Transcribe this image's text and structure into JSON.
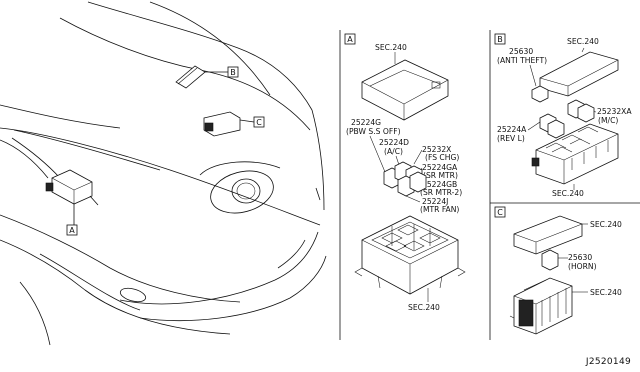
{
  "callouts": {
    "a": "A",
    "b": "B",
    "c": "C"
  },
  "panel_a": {
    "letter": "A",
    "sec_top": "SEC.240",
    "r_25224g": "25224G",
    "r_25224g_note": "(PBW S.S OFF)",
    "r_25224d": "25224D",
    "r_25224d_note": "(A/C)",
    "r_25232x": "25232X",
    "r_25232x_note": "(FS CHG)",
    "r_25224ga": "25224GA",
    "r_25224ga_note": "(SR MTR)",
    "r_25224gb": "25224GB",
    "r_25224gb_note": "(SR MTR-2)",
    "r_25224j": "25224J",
    "r_25224j_note": "(MTR FAN)",
    "sec_bottom": "SEC.240"
  },
  "panel_b": {
    "letter": "B",
    "sec_top": "SEC.240",
    "r_25630": "25630",
    "r_25630_note": "(ANTI THEFT)",
    "r_25232xa": "25232XA",
    "r_25232xa_note": "(M/C)",
    "r_25224a": "25224A",
    "r_25224a_note": "(REV L)",
    "sec_bottom": "SEC.240"
  },
  "panel_c": {
    "letter": "C",
    "sec_top": "SEC.240",
    "r_25630": "25630",
    "r_25630_note": "(HORN)",
    "sec_bottom": "SEC.240"
  },
  "diagram_code": "J2520149"
}
